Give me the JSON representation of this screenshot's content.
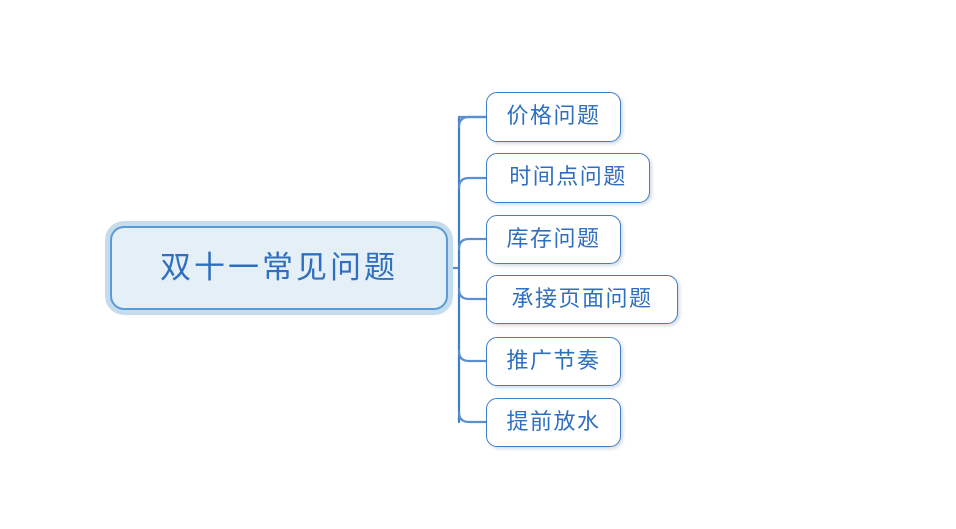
{
  "diagram": {
    "type": "mind-map",
    "orientation": "horizontal-right",
    "background_color": "#ffffff",
    "accent_color": "#3f7dc4",
    "text_color": "#2f6fc0",
    "root": {
      "label": "双十一常见问题",
      "fill_color": "#e4eff7",
      "border_color": "#5b9bd5",
      "glow_color": "#c5dcee"
    },
    "children": [
      {
        "label": "价格问题",
        "fill_color": "#ffffff",
        "border_color": "#3f7dc4"
      },
      {
        "label": "时间点问题",
        "fill_color": "#ffffff",
        "border_color": "#3f7dc4"
      },
      {
        "label": "库存问题",
        "fill_color": "#ffffff",
        "border_color": "#3f7dc4"
      },
      {
        "label": "承接页面问题",
        "fill_color": "#ffffff",
        "border_color": "#3f7dc4"
      },
      {
        "label": "推广节奏",
        "fill_color": "#ffffff",
        "border_color": "#3f7dc4"
      },
      {
        "label": "提前放水",
        "fill_color": "#ffffff",
        "border_color": "#3f7dc4"
      }
    ]
  }
}
